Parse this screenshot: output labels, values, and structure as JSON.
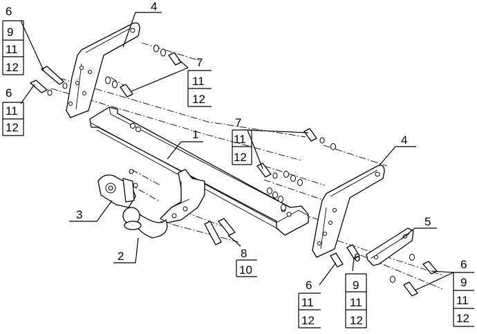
{
  "callouts": {
    "tl_a": [
      "6",
      "9",
      "11",
      "12"
    ],
    "tl_b": [
      "6",
      "11",
      "12"
    ],
    "part4_top": "4",
    "top_bolt": [
      "7",
      "11",
      "12"
    ],
    "part1": "1",
    "mid_bolt": [
      "7",
      "11",
      "12"
    ],
    "part4_right": "4",
    "part3": "3",
    "part2": "2",
    "part5": "5",
    "bolt8": [
      "8",
      "10"
    ],
    "bot_a": [
      "6",
      "11",
      "12"
    ],
    "bot_b": [
      "6",
      "9",
      "11",
      "12"
    ],
    "bot_c": [
      "6",
      "9",
      "11",
      "12"
    ]
  }
}
